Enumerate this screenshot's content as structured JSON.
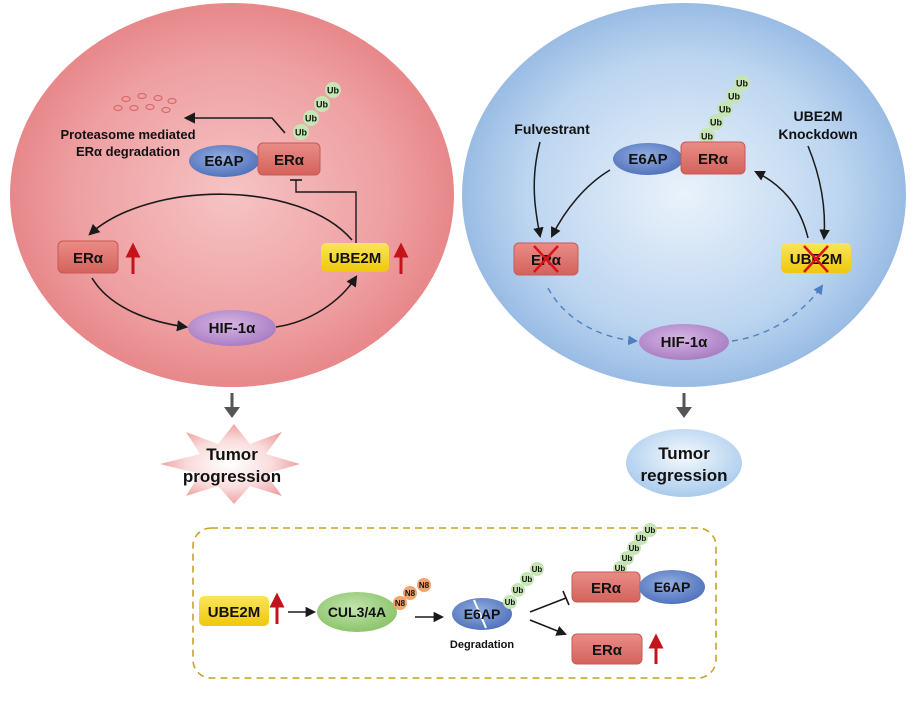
{
  "colors": {
    "cell_left": "#e98b8d",
    "cell_right": "#9cc0e6",
    "er_box": "#e07a74",
    "e6ap": "#6a87c9",
    "hif": "#b98fcf",
    "ube2m": "#f2d21a",
    "cul": "#a9d58e",
    "n8": "#f2a46a",
    "ub": "#c6e5b5",
    "up_arrow": "#c2141a",
    "cross": "#d8141a"
  },
  "left_cell": {
    "proteasome_line1": "Proteasome mediated",
    "proteasome_line2": "ERα degradation",
    "e6ap": "E6AP",
    "era_complex": "ERα",
    "era": "ERα",
    "ube2m": "UBE2M",
    "hif": "HIF-1α",
    "ub_labels": [
      "Ub",
      "Ub",
      "Ub",
      "Ub"
    ],
    "outcome_line1": "Tumor",
    "outcome_line2": "progression"
  },
  "right_cell": {
    "fulvestrant": "Fulvestrant",
    "knockdown_line1": "UBE2M",
    "knockdown_line2": "Knockdown",
    "e6ap": "E6AP",
    "era_complex": "ERα",
    "era": "ERα",
    "ube2m": "UBE2M",
    "hif": "HIF-1α",
    "ub_labels": [
      "Ub",
      "Ub",
      "Ub",
      "Ub",
      "Ub"
    ],
    "outcome_line1": "Tumor",
    "outcome_line2": "regression"
  },
  "mechanism": {
    "ube2m": "UBE2M",
    "cul": "CUL3/4A",
    "n8_labels": [
      "N8",
      "N8",
      "N8"
    ],
    "e6ap": "E6AP",
    "degradation": "Degradation",
    "era_top": "ERα",
    "e6ap_top": "E6AP",
    "era_bottom": "ERα",
    "ub_e6ap": [
      "Ub",
      "Ub",
      "Ub",
      "Ub"
    ],
    "ub_era": [
      "Ub",
      "Ub",
      "Ub",
      "Ub",
      "Ub"
    ]
  }
}
